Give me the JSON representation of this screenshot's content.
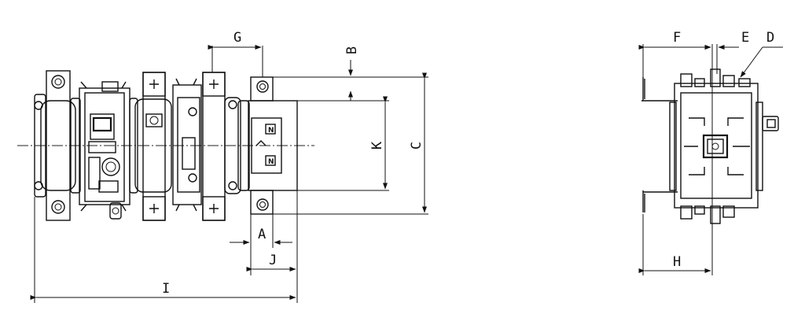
{
  "dimensions": {
    "A": "A",
    "B": "B",
    "C": "C",
    "D": "D",
    "E": "E",
    "F": "F",
    "G": "G",
    "H": "H",
    "I": "I",
    "J": "J",
    "K": "K"
  },
  "marks": {
    "n_top": "N",
    "n_bottom": "N"
  }
}
